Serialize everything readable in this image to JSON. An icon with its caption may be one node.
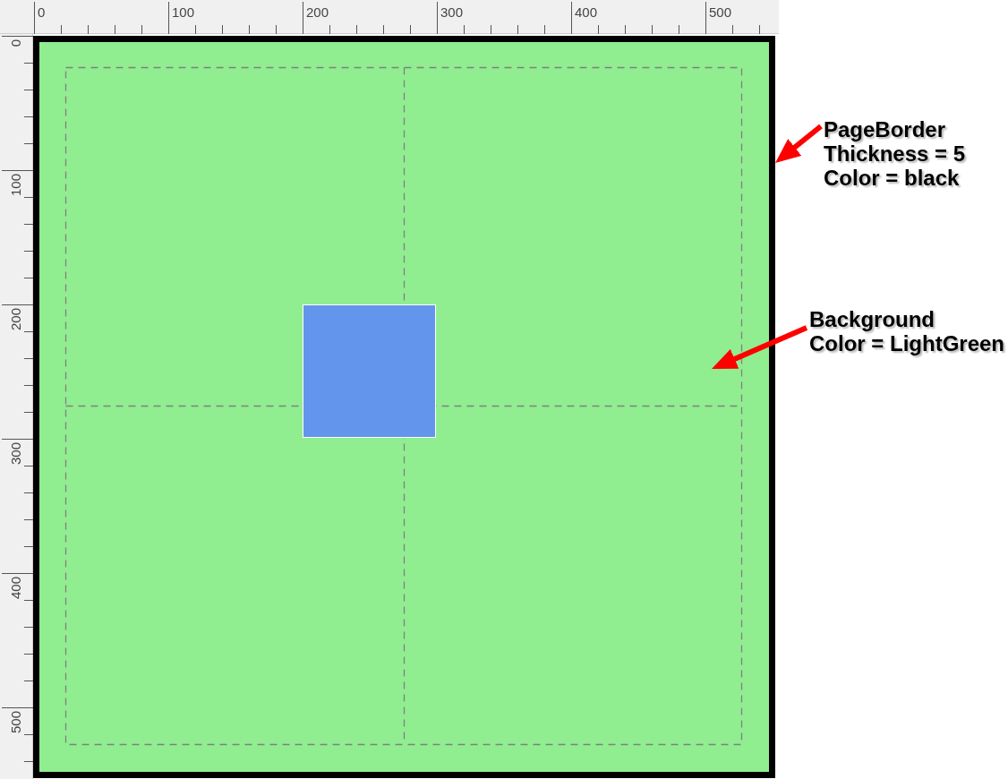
{
  "diagram": {
    "nodes": [
      {
        "text": [],
        "shape": "box"
      },
      {
        "text": [],
        "shape": "box",
        "in": 0
      },
      {
        "text": [],
        "shape": "box",
        "in": 1
      },
      {
        "text": [
          "PageBorder",
          "Thickness = 5",
          "Color = black"
        ]
      },
      {
        "text": [
          "Background",
          "Color = LightGreen"
        ]
      }
    ],
    "edges": [
      {
        "from": 3,
        "to": 0,
        "arrow": "to"
      },
      {
        "from": 4,
        "to": 1,
        "arrow": "to"
      }
    ],
    "labels": [
      "0",
      "100",
      "200",
      "300",
      "400",
      "500",
      "0",
      "100",
      "200",
      "300",
      "400",
      "500"
    ]
  }
}
